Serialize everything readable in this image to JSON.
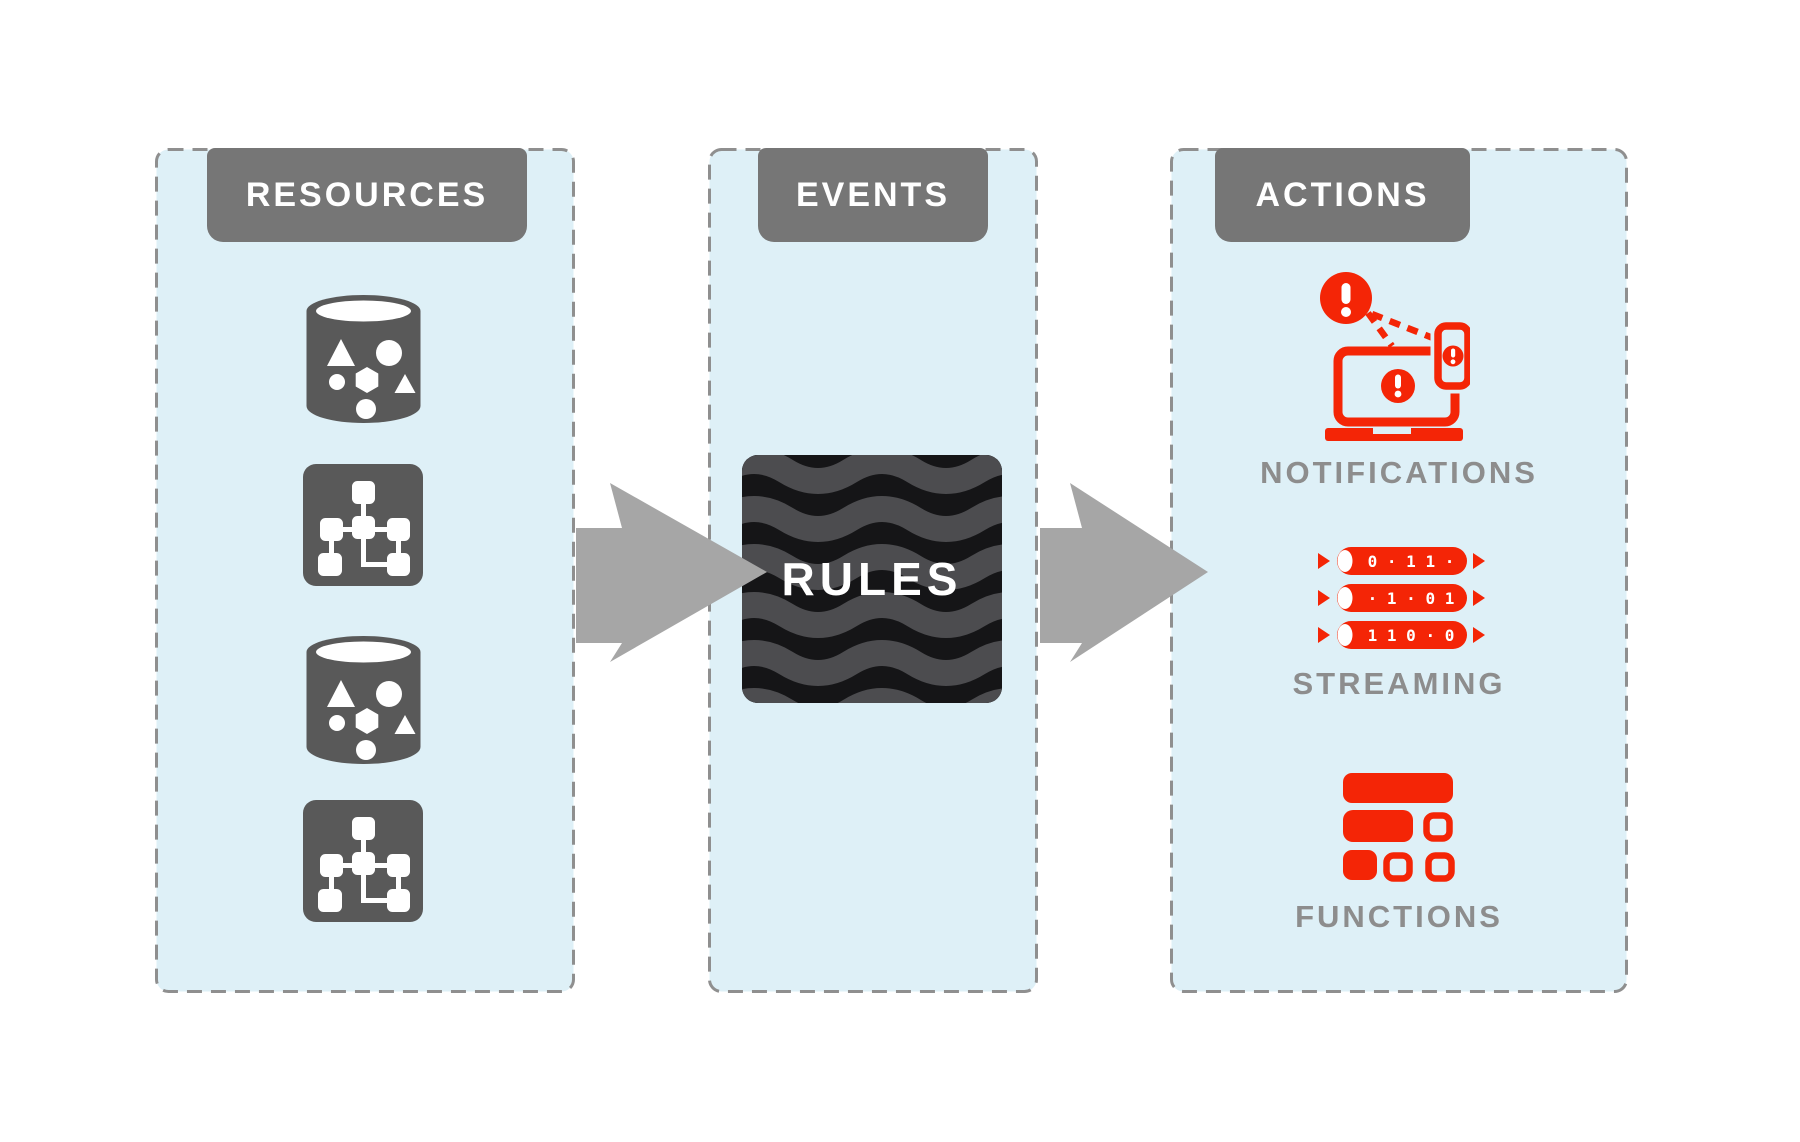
{
  "diagram": {
    "panels": [
      {
        "id": "resources",
        "title": "RESOURCES"
      },
      {
        "id": "events",
        "title": "EVENTS"
      },
      {
        "id": "actions",
        "title": "ACTIONS"
      }
    ],
    "rules_label": "RULES",
    "actions_items": {
      "notifications_label": "NOTIFICATIONS",
      "streaming_label": "STREAMING",
      "streaming_bits": [
        "0 · 1 1 ·",
        "· 1 · 0 1",
        "1 1 0 · 0"
      ],
      "functions_label": "FUNCTIONS"
    },
    "icons": [
      "database-icon",
      "flowchart-icon",
      "database-icon",
      "flowchart-icon",
      "alert-devices-icon",
      "binary-stream-icon",
      "blocks-grid-icon",
      "flow-arrow-icon"
    ],
    "colors": {
      "panel_bg": "#def0f7",
      "panel_border": "#8f8f8f",
      "header_bg": "#767676",
      "header_text": "#ffffff",
      "icon_gray": "#595959",
      "arrow_gray": "#a6a6a6",
      "accent_red": "#f42506",
      "label_gray": "#8d8d8d",
      "rules_bg": "#151517",
      "rules_wave": "#4c4c4f"
    }
  }
}
